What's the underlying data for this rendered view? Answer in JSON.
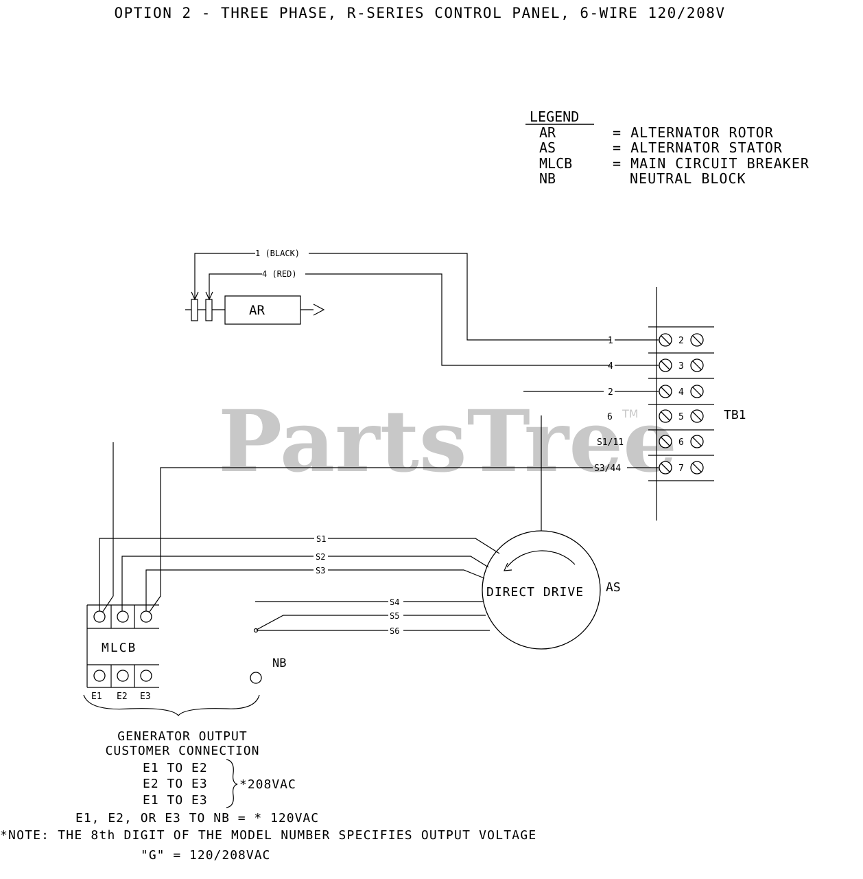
{
  "title": "OPTION 2 - THREE PHASE, R-SERIES CONTROL PANEL, 6-WIRE 120/208V",
  "legend": {
    "heading": "LEGEND",
    "items": [
      {
        "abbr": "AR",
        "desc": "= ALTERNATOR ROTOR"
      },
      {
        "abbr": "AS",
        "desc": "= ALTERNATOR STATOR"
      },
      {
        "abbr": "MLCB",
        "desc": "= MAIN CIRCUIT BREAKER"
      },
      {
        "abbr": "NB",
        "desc": "NEUTRAL BLOCK"
      }
    ]
  },
  "rotor": {
    "label": "AR",
    "wire_black": "1 (BLACK)",
    "wire_red": "4 (RED)"
  },
  "terminal_block": {
    "label": "TB1",
    "rows": [
      {
        "wire": "1",
        "num": "2"
      },
      {
        "wire": "4",
        "num": "3"
      },
      {
        "wire": "2",
        "num": "4"
      },
      {
        "wire": "6",
        "num": "5"
      },
      {
        "wire": "S1/11",
        "num": "6"
      },
      {
        "wire": "S3/44",
        "num": "7"
      }
    ]
  },
  "stator": {
    "label": "AS",
    "inner": "DIRECT DRIVE",
    "wires": [
      "S1",
      "S2",
      "S3",
      "S4",
      "S5",
      "S6"
    ]
  },
  "breaker": {
    "label": "MLCB",
    "terminals": [
      "E1",
      "E2",
      "E3"
    ]
  },
  "neutral_block": {
    "label": "NB"
  },
  "notes": {
    "output_line1": "GENERATOR OUTPUT",
    "output_line2": "CUSTOMER CONNECTION",
    "pair1": "E1 TO E2",
    "pair2": "E2 TO E3",
    "pair3": "E1 TO E3",
    "voltage_208": "*208VAC",
    "voltage_120": "E1, E2, OR E3 TO NB = * 120VAC",
    "note": "*NOTE: THE 8th DIGIT OF THE MODEL NUMBER SPECIFIES OUTPUT VOLTAGE",
    "code": "\"G\" = 120/208VAC"
  },
  "watermark": {
    "text": "PartsTree",
    "tm": "TM"
  }
}
